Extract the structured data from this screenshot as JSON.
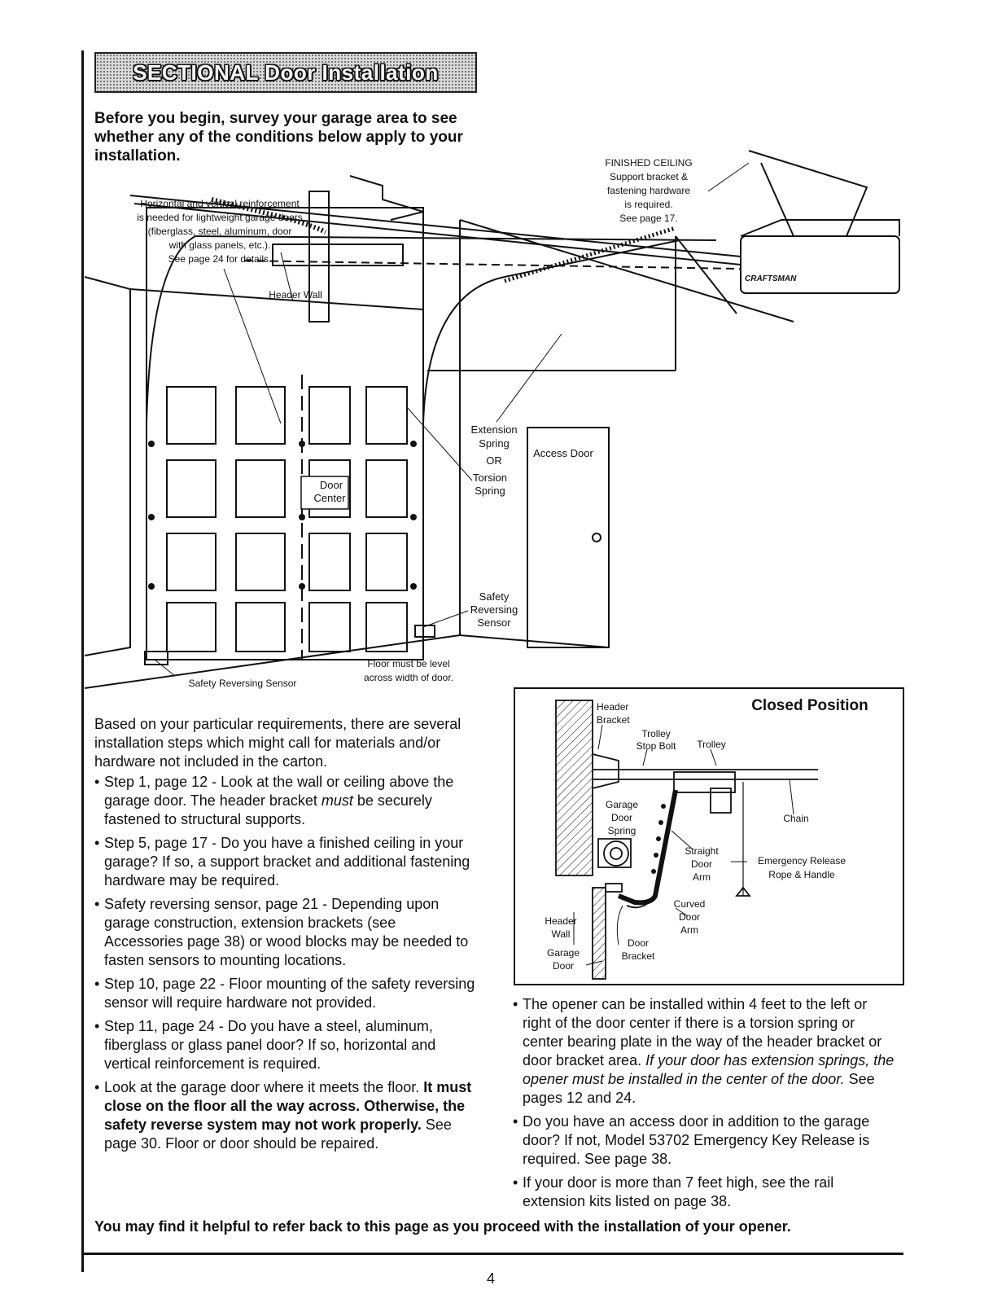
{
  "title": "SECTIONAL Door Installation",
  "intro": "Before you begin, survey your garage area to see whether any of the conditions below apply to your installation.",
  "main_diagram": {
    "reinforcement_note": [
      "Horizontal and vertical reinforcement",
      "is needed for lightweight garage doors",
      "(fiberglass, steel, aluminum, door",
      "with glass panels, etc.).",
      "See page 24 for details."
    ],
    "header_wall": "Header Wall",
    "finished_ceiling": [
      "FINISHED CEILING",
      "Support bracket &",
      "fastening hardware",
      "is required.",
      "See page 17."
    ],
    "opener_brand": "CRAFTSMAN",
    "door_center": [
      "Door",
      "Center"
    ],
    "extension_spring": [
      "Extension",
      "Spring",
      "OR"
    ],
    "torsion_spring": [
      "Torsion",
      "Spring"
    ],
    "access_door": "Access Door",
    "safety_sensor_right": [
      "Safety",
      "Reversing",
      "Sensor"
    ],
    "floor_note": [
      "Floor must be level",
      "across width of door."
    ],
    "safety_sensor_left": "Safety Reversing Sensor"
  },
  "closed_diagram": {
    "title": "Closed Position",
    "header_bracket": [
      "Header",
      "Bracket"
    ],
    "trolley_stop_bolt": [
      "Trolley",
      "Stop Bolt"
    ],
    "trolley": "Trolley",
    "garage_door_spring": [
      "Garage",
      "Door",
      "Spring"
    ],
    "chain": "Chain",
    "straight_door_arm": [
      "Straight",
      "Door",
      "Arm"
    ],
    "emergency_release": [
      "Emergency Release",
      "Rope & Handle"
    ],
    "curved_door_arm": [
      "Curved",
      "Door",
      "Arm"
    ],
    "header_wall": [
      "Header",
      "Wall"
    ],
    "garage_door": [
      "Garage",
      "Door"
    ],
    "door_bracket": [
      "Door",
      "Bracket"
    ]
  },
  "left_text": {
    "intro": "Based on your particular requirements, there are several installation steps which might call for materials and/or hardware not included in the carton.",
    "step1_a": "Step 1, page 12 - Look at the wall or ceiling above the garage door. The header bracket ",
    "step1_em": "must",
    "step1_b": " be securely fastened to structural supports.",
    "step5": "Step 5, page 17 - Do you have a finished ceiling in your garage? If so, a support bracket and additional fastening hardware may be required.",
    "sensor": "Safety reversing sensor, page 21 - Depending upon garage construction, extension brackets (see Accessories page 38) or wood blocks may be needed to fasten sensors to mounting locations.",
    "step10": "Step 10, page 22 - Floor mounting of the safety reversing sensor will require hardware not provided.",
    "step11": "Step 11, page 24 - Do you have a steel, aluminum, fiberglass or glass panel door? If so, horizontal and vertical reinforcement is required.",
    "floor_a": "Look at the garage door where it meets the floor. ",
    "floor_bold": "It must close on the floor all the way across. Otherwise, the safety reverse system may not work properly.",
    "floor_b": " See page 30. Floor or door should be repaired."
  },
  "right_text": {
    "b1_a": "The opener can be installed within 4 feet to the left or right of the door center if there is a torsion spring or center bearing plate in the way of the header bracket or door bracket area. ",
    "b1_em": "If your door has extension springs, the opener must be installed in the center of the door.",
    "b1_b": " See pages 12 and 24.",
    "b2": "Do you have an access door in addition to the garage door? If not, Model 53702 Emergency Key Release is required. See page 38.",
    "b3": "If your door is more than 7 feet high, see the rail extension kits listed on page 38."
  },
  "closing": "You may find it helpful to refer back to this page as you proceed with the installation of your opener.",
  "page_number": "4"
}
